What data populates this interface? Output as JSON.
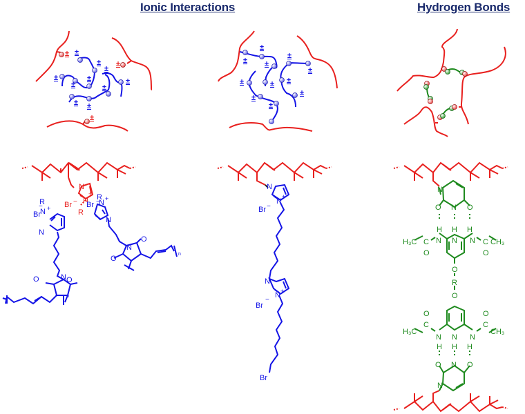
{
  "titles": {
    "ionic": "Ionic Interactions",
    "hbond": "Hydrogen Bonds"
  },
  "colors": {
    "title": "#1a2a6c",
    "backbone": "#e8201e",
    "ionic": "#1414e6",
    "hbond": "#1e8a1e"
  },
  "labels": {
    "pm": "±",
    "br": "Br",
    "minus": "−",
    "plus": "+",
    "n": "N",
    "r": "R",
    "o": "O",
    "h": "H",
    "h3c": "H₃C",
    "ch3": "CH₃",
    "c": "C",
    "n_sub": "n",
    "br_end": "Br"
  },
  "panels": [
    {
      "id": "panel-1",
      "schematic": "ionic network with red polymer chains and blue ionic chains",
      "structure": "imidazolium-bromide grafted polymer with succinimide crosslinker"
    },
    {
      "id": "panel-2",
      "schematic": "ionic network with blue ionic pendant chains",
      "structure": "imidazolium-bromide pendant with hexyl bromide tail"
    },
    {
      "id": "panel-3",
      "schematic": "hydrogen-bond network with red chains and green linkers",
      "structure": "uracil / diacetamidopyridine hydrogen-bonded crosslink"
    }
  ]
}
